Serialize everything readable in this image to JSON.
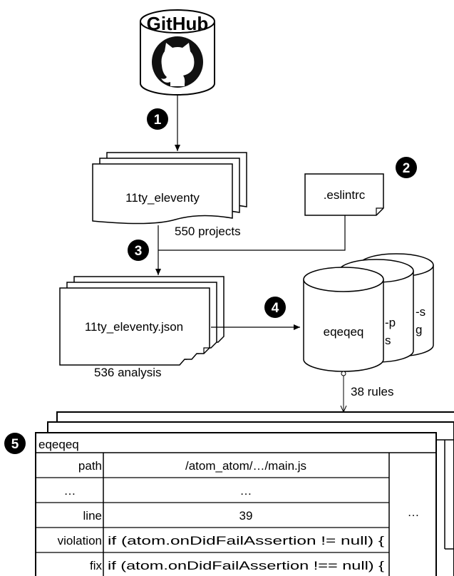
{
  "github": {
    "logo_text": "GitHub"
  },
  "steps": [
    "1",
    "2",
    "3",
    "4",
    "5"
  ],
  "repo_doc": {
    "label": "11ty_eleventy"
  },
  "projects_count": "550 projects",
  "config_doc": {
    "label": ".eslintrc"
  },
  "analysis_doc": {
    "label": "11ty_eleventy.json"
  },
  "analysis_count": "536 analysis",
  "rule_db": {
    "front_label": "eqeqeq",
    "back1_label_a": "-p",
    "back1_label_b": "s",
    "back2_label_a": "-s",
    "back2_label_b": "g"
  },
  "rules_count": "38 rules",
  "result_table": {
    "title": "eqeqeq",
    "rows": [
      {
        "key": "path",
        "value": "/atom_atom/…/main.js"
      },
      {
        "key": "…",
        "value": "…"
      },
      {
        "key": "line",
        "value": "39"
      },
      {
        "key": "violation",
        "value": "if (atom.onDidFailAssertion != null) {"
      },
      {
        "key": "fix",
        "value": "if (atom.onDidFailAssertion !== null) {"
      }
    ],
    "more": "…",
    "back_title_fragment": "."
  }
}
